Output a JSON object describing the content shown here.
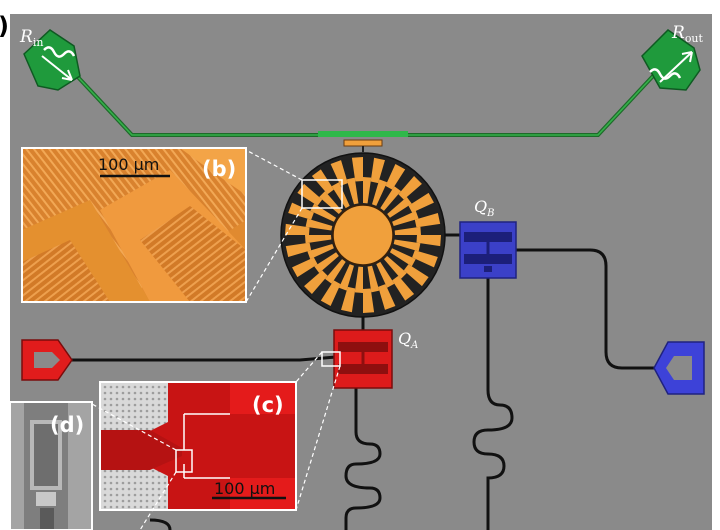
{
  "figure": {
    "panel_labels": {
      "a": ")",
      "b": "(b)",
      "c": "(c)",
      "d": "(d)"
    },
    "port_labels": {
      "input": {
        "main": "R",
        "sub": "in"
      },
      "output": {
        "main": "R",
        "sub": "out"
      }
    },
    "qubit_labels": {
      "a": {
        "main": "Q",
        "sub": "A"
      },
      "b": {
        "main": "Q",
        "sub": "B"
      }
    },
    "scale_bars": {
      "b": "100 µm",
      "c": "100 µm"
    },
    "colors": {
      "substrate": "#8a8a8a",
      "readout_line": "#2f9e3e",
      "port": "#1f9a3c",
      "resonator_light": "#f0a03c",
      "resonator_dark": "#222222",
      "qubit_a": "#dd1b1b",
      "qubit_b": "#3a3ad0",
      "optical_panel": "#e0822a",
      "sem_panel": "#9a9a9a"
    }
  }
}
